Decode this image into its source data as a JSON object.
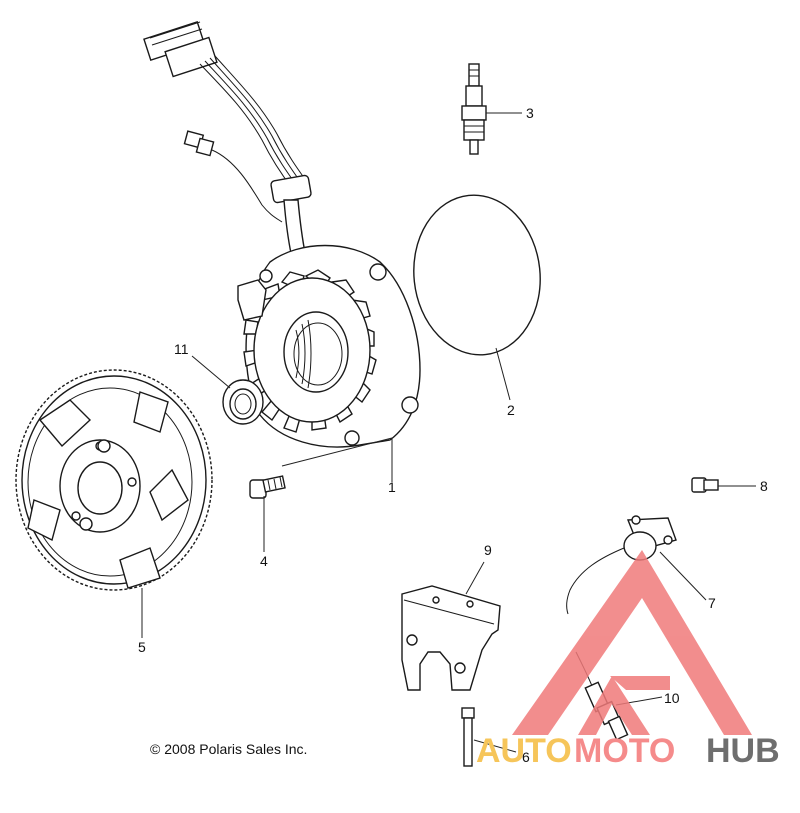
{
  "callouts": [
    {
      "id": "1",
      "label": "1"
    },
    {
      "id": "2",
      "label": "2"
    },
    {
      "id": "3",
      "label": "3"
    },
    {
      "id": "4",
      "label": "4"
    },
    {
      "id": "5",
      "label": "5"
    },
    {
      "id": "6",
      "label": "6"
    },
    {
      "id": "7",
      "label": "7"
    },
    {
      "id": "8",
      "label": "8"
    },
    {
      "id": "9",
      "label": "9"
    },
    {
      "id": "10",
      "label": "10"
    },
    {
      "id": "11",
      "label": "11"
    }
  ],
  "copyright": "© 2008 Polaris Sales Inc.",
  "watermark": {
    "part1": "AUTO",
    "part2": "MOTO",
    "part3": "HUB",
    "colors": {
      "auto": "#f6c55a",
      "moto": "#f58b8b",
      "hub": "#6e6e6e",
      "logo": "#f07a7a"
    }
  }
}
